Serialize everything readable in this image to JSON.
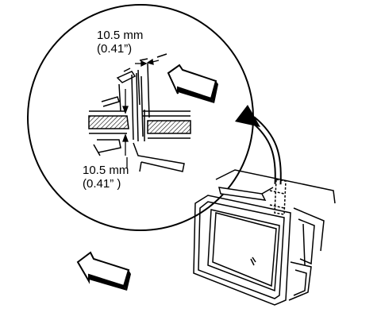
{
  "labels": {
    "top_line1": "10.5 mm",
    "top_line2": "(0.41”)",
    "bottom_line1": "10.5 mm",
    "bottom_line2": "(0.41” )"
  },
  "colors": {
    "ink": "#000000",
    "paper": "#ffffff"
  }
}
